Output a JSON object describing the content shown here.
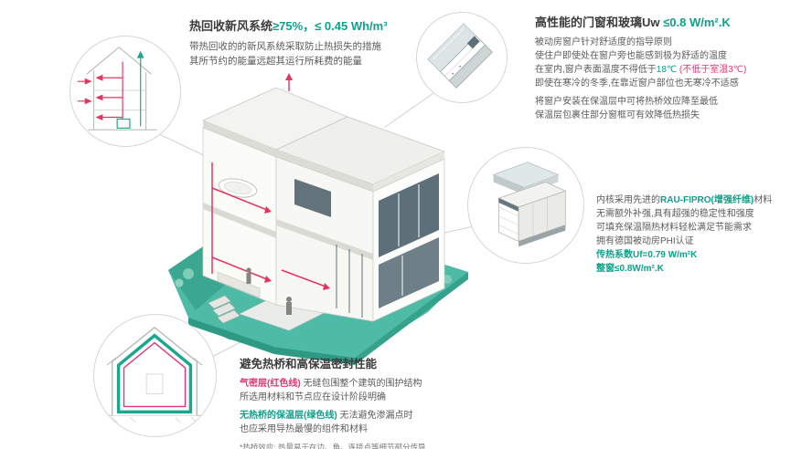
{
  "colors": {
    "accent_teal": "#0fa08a",
    "accent_red": "#e5356e",
    "duct_red": "#e6345e",
    "ground_teal": "#4dbba5"
  },
  "callouts": {
    "ventilation": {
      "title_main": "热回收新风系统",
      "title_value": "≥75%，≤ 0.45 Wh/m³",
      "lines": [
        "带热回收的的新风系统采取防止热损失的措施",
        "其所节约的能量远超其运行所耗费的能量"
      ]
    },
    "windows": {
      "title_main": "高性能的门窗和玻璃Uw ",
      "title_value": "≤0.8 W/m².K",
      "line1": "被动房窗户针对舒适度的指导原则",
      "line2": "使住户即使处在窗户旁也能感到极为舒适的温度",
      "line3_pre": "在室内,窗户表面温度不得低于",
      "line3_teal": "18℃",
      "line3_red": " (不低于室温3℃)",
      "line4": "即使在寒冷的冬季,在靠近窗户部位也无寒冷不适感",
      "line5": "将窗户安装在保温层中可将热桥效应降至最低",
      "line6": "保温层包裹住部分窗框可有效降低热损失"
    },
    "profile": {
      "line1_pre": "内核采用先进的",
      "line1_teal": "RAU-FIPRO(增强纤维)",
      "line1_post": "材料",
      "line2": "无需额外补强,具有超强的稳定性和强度",
      "line3": "可填充保温隔热材料轻松满足节能需求",
      "line4": "拥有德国被动房PHI认证",
      "uf_value": "传热系数Uf=0.79 W/m²K",
      "uw_value": "整窗≤0.8W/m².K"
    },
    "thermal": {
      "title": "避免热桥和高保温密封性能",
      "line1_red": "气密层(红色线)",
      "line1_rest": " 无缝包围整个建筑的围护结构",
      "line2": "所选用材料和节点应在设计阶段明确",
      "line3_teal": "无热桥的保温层(绿色线)",
      "line3_rest": " 无法避免渗漏点时",
      "line4": "也应采用导热最慢的组件和材料",
      "footnote": "*热桥效应: 热量易于在边、角、连接点等细节部分传导"
    }
  }
}
